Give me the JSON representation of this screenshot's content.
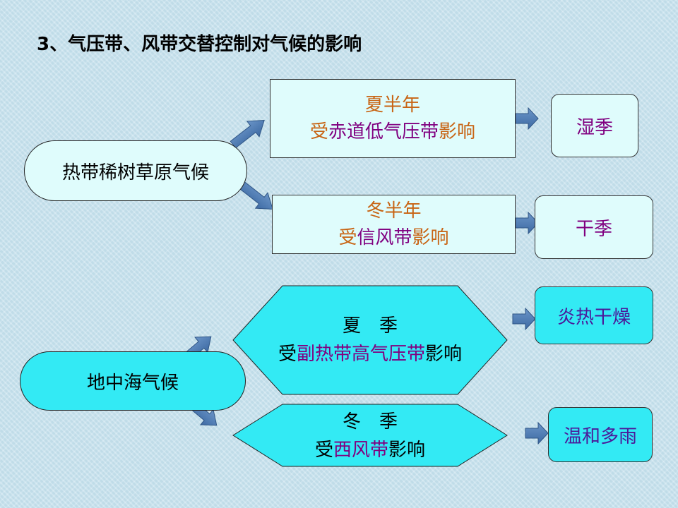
{
  "title": "3、气压带、风带交替控制对气候的影响",
  "upper": {
    "climate": "热带稀树草原气候",
    "summer": {
      "season": "夏半年",
      "control_prefix": "受",
      "control_name": "赤道低气压带",
      "control_suffix": "影响",
      "result": "湿季"
    },
    "winter": {
      "season": "冬半年",
      "control_prefix": "受",
      "control_name": "信风带",
      "control_suffix": "影响",
      "result": "干季"
    }
  },
  "lower": {
    "climate": "地中海气候",
    "summer": {
      "season": "夏　季",
      "control_prefix": "受",
      "control_name": "副热带高气压带",
      "control_suffix": "影响",
      "result": "炎热干燥"
    },
    "winter": {
      "season": "冬　季",
      "control_prefix": "受",
      "control_name": "西风带",
      "control_suffix": "影响",
      "result": "温和多雨"
    }
  },
  "colors": {
    "background": "#c9e3ee",
    "box_fill": "#dffcfc",
    "cyan_fill": "#33eaf4",
    "arrow_fill": "#4a7ab5",
    "orange_text": "#c86414",
    "purple_text": "#800080"
  }
}
